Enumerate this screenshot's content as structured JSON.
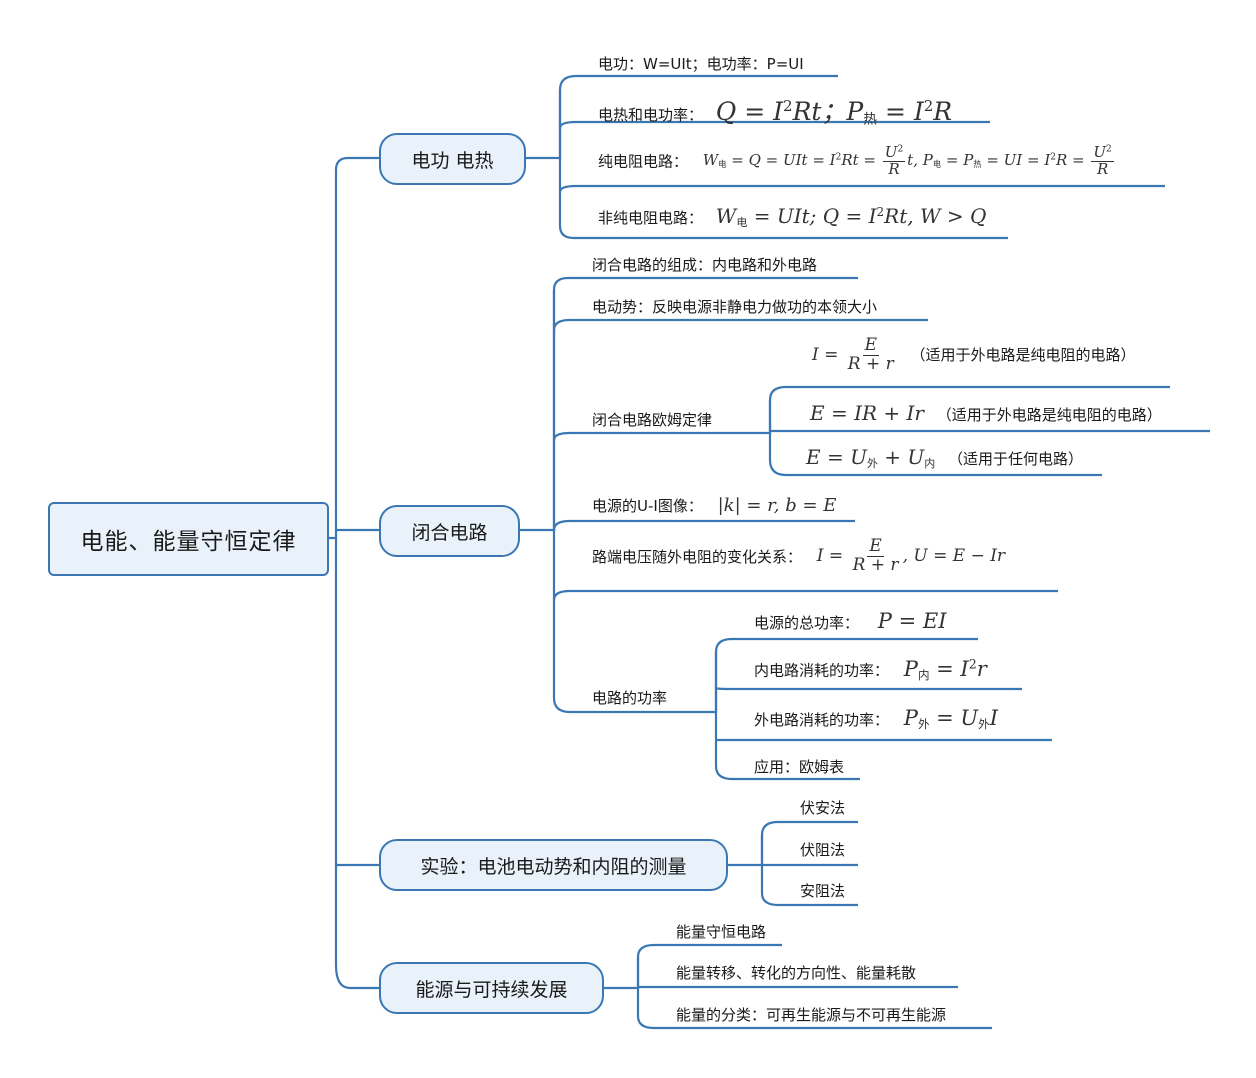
{
  "root": "电能、能量守恒定律",
  "branches": {
    "b1": "电功 电热",
    "b2": "闭合电路",
    "b3": "实验：电池电动势和内阻的测量",
    "b4": "能源与可持续发展"
  },
  "b1": {
    "l1": "电功：W=UIt；电功率：P=UI",
    "l2": "电热和电功率：",
    "l3": "纯电阻电路：",
    "l4": "非纯电阻电路："
  },
  "b2": {
    "l1": "闭合电路的组成：内电路和外电路",
    "l2": "电动势：反映电源非静电力做功的本领大小",
    "l3": "闭合电路欧姆定律",
    "l3a_note": "（适用于外电路是纯电阻的电路）",
    "l3b_note": "（适用于外电路是纯电阻的电路）",
    "l3c_note": "（适用于任何电路）",
    "l4": "电源的U-I图像：",
    "l5": "路端电压随外电阻的变化关系：",
    "l6": "电路的功率",
    "l6a": "电源的总功率：",
    "l6b": "内电路消耗的功率：",
    "l6c": "外电路消耗的功率：",
    "l6d": "应用：欧姆表"
  },
  "b3": {
    "l1": "伏安法",
    "l2": "伏阻法",
    "l3": "安阻法"
  },
  "b4": {
    "l1": "能量守恒电路",
    "l2": "能量转移、转化的方向性、能量耗散",
    "l3": "能量的分类：可再生能源与不可再生能源"
  },
  "subs": {
    "re": "热",
    "dian": "电",
    "wai": "外",
    "nei": "内"
  },
  "colors": {
    "line": "#3b78b3",
    "node_fill": "#e9f2fa",
    "node_border": "#3b78b3"
  }
}
